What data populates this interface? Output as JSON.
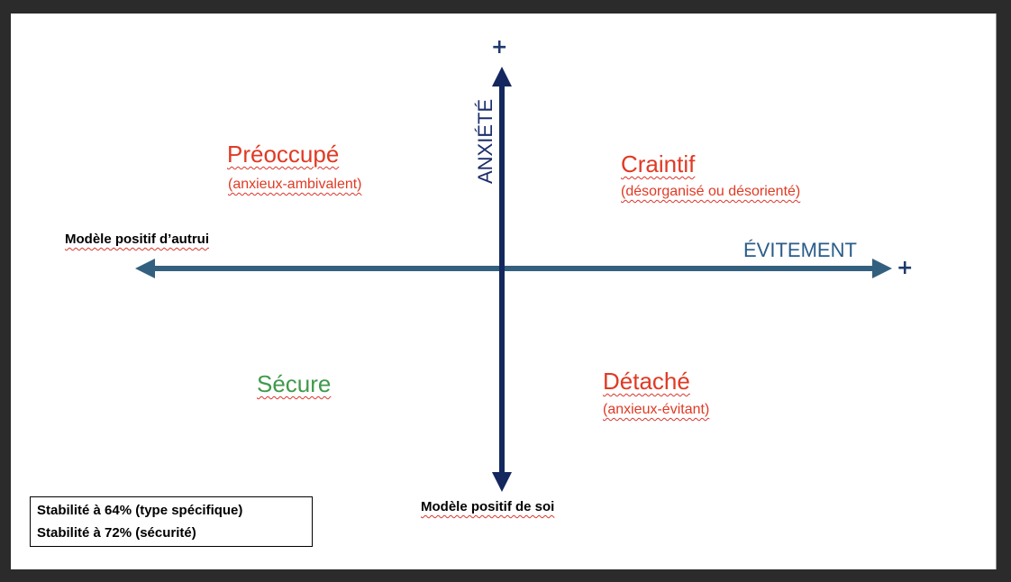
{
  "diagram": {
    "axis_vertical_label": "ANXIÉTÉ",
    "axis_horizontal_label": "ÉVITEMENT",
    "plus_top": "+",
    "plus_right": "+",
    "left_axis_label": "Modèle positif d’autrui",
    "bottom_axis_label": "Modèle positif de soi",
    "quadrants": {
      "top_left": {
        "title": "Préoccupé",
        "subtitle": "(anxieux-ambivalent)"
      },
      "top_right": {
        "title": "Craintif",
        "subtitle": "(désorganisé ou désorienté)"
      },
      "bottom_left": {
        "title": "Sécure"
      },
      "bottom_right": {
        "title": "Détaché",
        "subtitle": "(anxieux-évitant)"
      }
    },
    "stability": [
      "Stabilité à 64% (type spécifique)",
      "Stabilité à 72% (sécurité)"
    ]
  },
  "colors": {
    "vertical_axis": "#14275e",
    "horizontal_axis": "#33607f",
    "quadrant_red": "#e03a24",
    "secure_green": "#3f9a4b"
  }
}
